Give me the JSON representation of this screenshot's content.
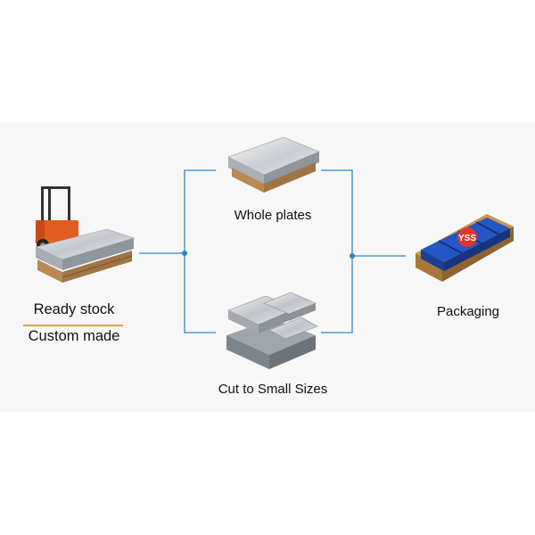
{
  "left": {
    "label_top": "Ready stock",
    "label_bottom": "Custom made",
    "image_icon": "forklift-with-steel-sheets"
  },
  "branches": {
    "top_label": "Whole plates",
    "top_icon": "whole-metal-plates-on-pallet",
    "bottom_label": "Cut to Small Sizes",
    "bottom_icon": "cut-metal-pieces-stack"
  },
  "right": {
    "label": "Packaging",
    "icon": "blue-wrapped-steel-package",
    "logo_text": "YSS"
  },
  "colors": {
    "connector": "#2f86c8",
    "divider": "#d4a64a",
    "band": "#f7f7f7",
    "wrap_blue": "#1d4fb8"
  }
}
